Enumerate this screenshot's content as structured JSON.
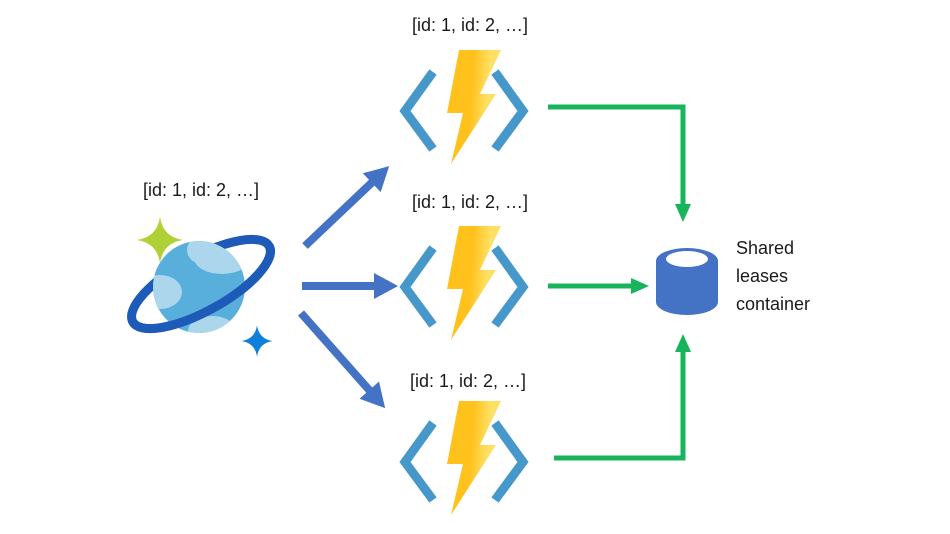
{
  "diagram": {
    "source": {
      "label": "[id: 1, id: 2, …]",
      "icon": "cosmos-db-planet-icon"
    },
    "functions": [
      {
        "label": "[id: 1, id: 2, …]",
        "icon": "azure-functions-lightning-icon"
      },
      {
        "label": "[id: 1, id: 2, …]",
        "icon": "azure-functions-lightning-icon"
      },
      {
        "label": "[id: 1, id: 2, …]",
        "icon": "azure-functions-lightning-icon"
      }
    ],
    "storage": {
      "label": "Shared leases container",
      "icon": "database-cylinder-icon"
    },
    "colors": {
      "arrow_blue": "#4472C4",
      "arrow_green": "#17B45B",
      "ring_blue": "#1E5BB8",
      "planet_blue": "#58AFDB",
      "cloud_blue": "#ABD6EC",
      "sparkle_green": "#B0D136",
      "sparkle_blue": "#0F7FD9",
      "bracket_blue": "#4598C9",
      "bolt_gold": "#FFC21C",
      "bolt_light": "#FFE065",
      "database_blue": "#4472C4",
      "text": "#1A1A1A"
    }
  }
}
